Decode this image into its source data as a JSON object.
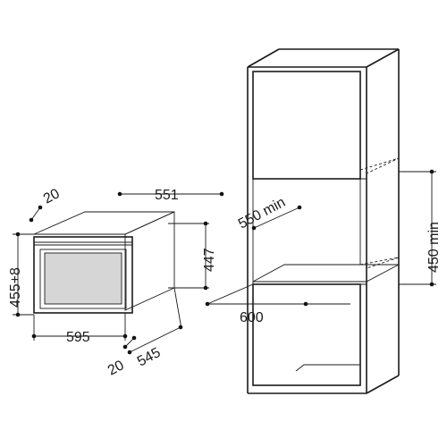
{
  "dimensions": {
    "niche_depth_offset": "20",
    "appliance_depth": "551",
    "appliance_height": "455+8",
    "front_height": "447",
    "appliance_width": "595",
    "bottom_offset": "20",
    "body_depth": "545",
    "cabinet_depth_min": "550 min",
    "niche_height_min": "450 min",
    "niche_width": "600"
  },
  "colors": {
    "line": "#1a1a1a",
    "glass": "#d6d6d6",
    "background": "#ffffff"
  }
}
